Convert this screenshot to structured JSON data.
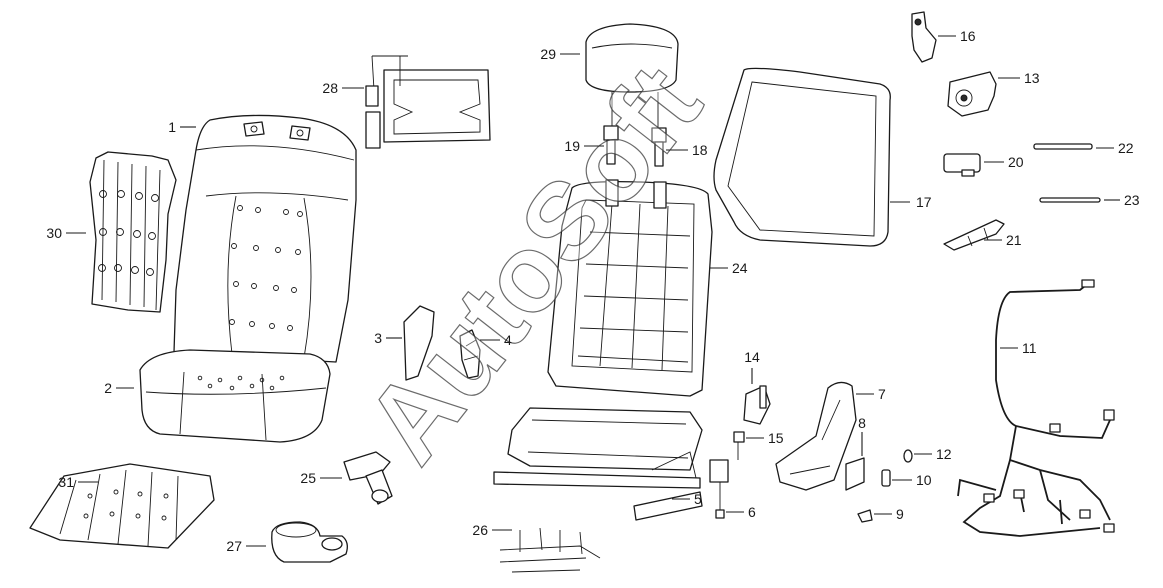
{
  "diagram": {
    "watermark": "AutoSoft",
    "callouts": [
      {
        "id": "1",
        "text": "1"
      },
      {
        "id": "2",
        "text": "2"
      },
      {
        "id": "3",
        "text": "3"
      },
      {
        "id": "4",
        "text": "4"
      },
      {
        "id": "5",
        "text": "5"
      },
      {
        "id": "6",
        "text": "6"
      },
      {
        "id": "7",
        "text": "7"
      },
      {
        "id": "8",
        "text": "8"
      },
      {
        "id": "9",
        "text": "9"
      },
      {
        "id": "10",
        "text": "10"
      },
      {
        "id": "11",
        "text": "11"
      },
      {
        "id": "12",
        "text": "12"
      },
      {
        "id": "13",
        "text": "13"
      },
      {
        "id": "14",
        "text": "14"
      },
      {
        "id": "15",
        "text": "15"
      },
      {
        "id": "16",
        "text": "16"
      },
      {
        "id": "17",
        "text": "17"
      },
      {
        "id": "18",
        "text": "18"
      },
      {
        "id": "19",
        "text": "19"
      },
      {
        "id": "20",
        "text": "20"
      },
      {
        "id": "21",
        "text": "21"
      },
      {
        "id": "22",
        "text": "22"
      },
      {
        "id": "23",
        "text": "23"
      },
      {
        "id": "24",
        "text": "24"
      },
      {
        "id": "25",
        "text": "25"
      },
      {
        "id": "26",
        "text": "26"
      },
      {
        "id": "27",
        "text": "27"
      },
      {
        "id": "28",
        "text": "28"
      },
      {
        "id": "29",
        "text": "29"
      },
      {
        "id": "30",
        "text": "30"
      },
      {
        "id": "31",
        "text": "31"
      }
    ]
  }
}
